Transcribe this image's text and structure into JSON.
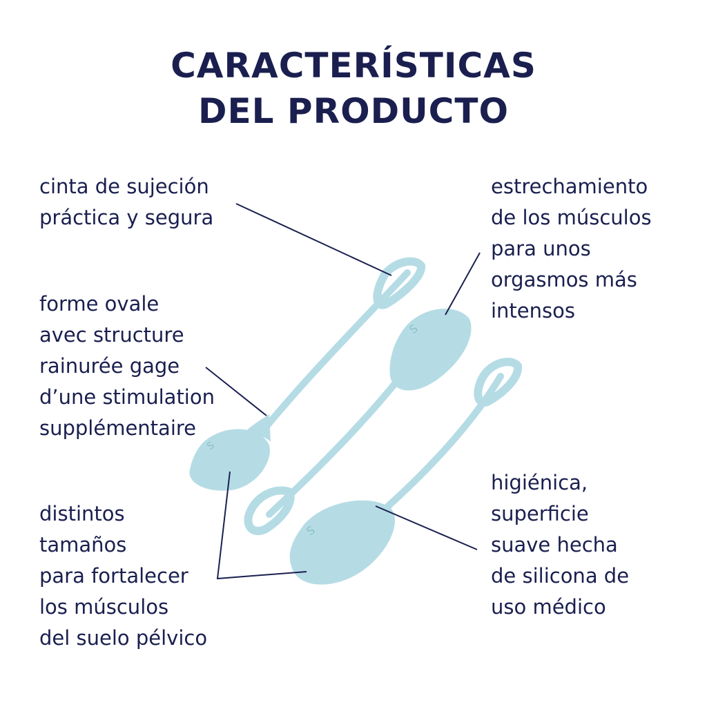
{
  "title": {
    "line1": "CARACTERÍSTICAS",
    "line2": "DEL PRODUCTO"
  },
  "labels": {
    "strap": [
      "cinta de sujeción",
      "práctica y segura"
    ],
    "tightening": [
      "estrechamiento",
      "de los músculos",
      "para unos",
      "orgasmos más",
      "intensos"
    ],
    "oval": [
      "forme ovale",
      "avec structure",
      "rainurée gage",
      "d’une stimulation",
      "supplémentaire"
    ],
    "sizes": [
      "distintos",
      "tamaños",
      "para fortalecer",
      "los músculos",
      "del suelo pélvico"
    ],
    "hygienic": [
      "higiénica,",
      "superficie",
      "suave hecha",
      "de silicona de",
      "uso médico"
    ]
  },
  "colors": {
    "text": "#1a1f4f",
    "product": "#b5dce5",
    "product_shade": "#9ccbd6",
    "line": "#1a1f4f"
  },
  "icons": {
    "logo": "satisfyer-logo-icon"
  }
}
